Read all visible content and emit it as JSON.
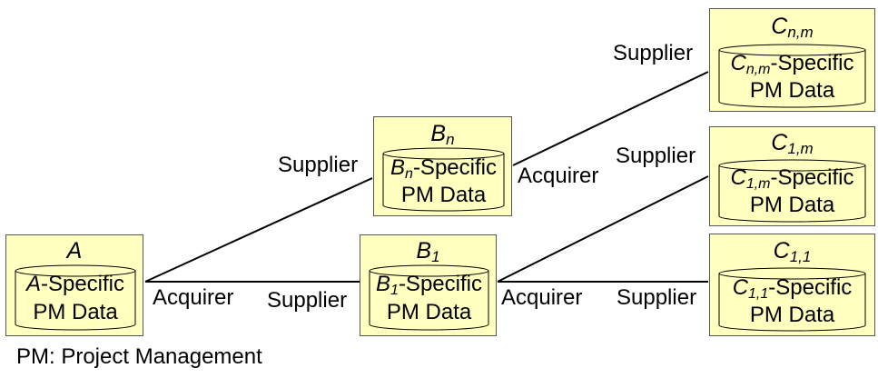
{
  "colors": {
    "box_fill": "#ffffc0",
    "box_border": "#555555",
    "line": "#000000"
  },
  "nodes": {
    "a": {
      "name": "A",
      "data_subject": "A",
      "data_suffix": "-Specific",
      "data_line2": "PM Data"
    },
    "bn": {
      "name_base": "B",
      "name_sub": "n",
      "data_base": "B",
      "data_sub": "n",
      "data_suffix": "-Specific",
      "data_line2": "PM Data"
    },
    "b1": {
      "name_base": "B",
      "name_sub": "1",
      "data_base": "B",
      "data_sub": "1",
      "data_suffix": "-Specific",
      "data_line2": "PM Data"
    },
    "cnm": {
      "name_base": "C",
      "name_sub": "n,m",
      "data_base": "C",
      "data_sub": "n,m",
      "data_suffix": "-Specific",
      "data_line2": "PM Data"
    },
    "c1m": {
      "name_base": "C",
      "name_sub": "1,m",
      "data_base": "C",
      "data_sub": "1,m",
      "data_suffix": "-Specific",
      "data_line2": "PM Data"
    },
    "c11": {
      "name_base": "C",
      "name_sub": "1,1",
      "data_base": "C",
      "data_sub": "1,1",
      "data_suffix": "-Specific",
      "data_line2": "PM Data"
    }
  },
  "edges": [
    {
      "from": "A",
      "to": "Bn",
      "from_role": "Acquirer",
      "to_role": "Supplier"
    },
    {
      "from": "A",
      "to": "B1",
      "from_role": "Acquirer",
      "to_role": "Supplier"
    },
    {
      "from": "Bn",
      "to": "Cn,m",
      "from_role": "Acquirer",
      "to_role": "Supplier"
    },
    {
      "from": "B1",
      "to": "C1,m",
      "from_role": "Acquirer",
      "to_role": "Supplier"
    },
    {
      "from": "B1",
      "to": "C1,1",
      "from_role": "Acquirer",
      "to_role": "Supplier"
    }
  ],
  "footnote": "PM: Project Management"
}
